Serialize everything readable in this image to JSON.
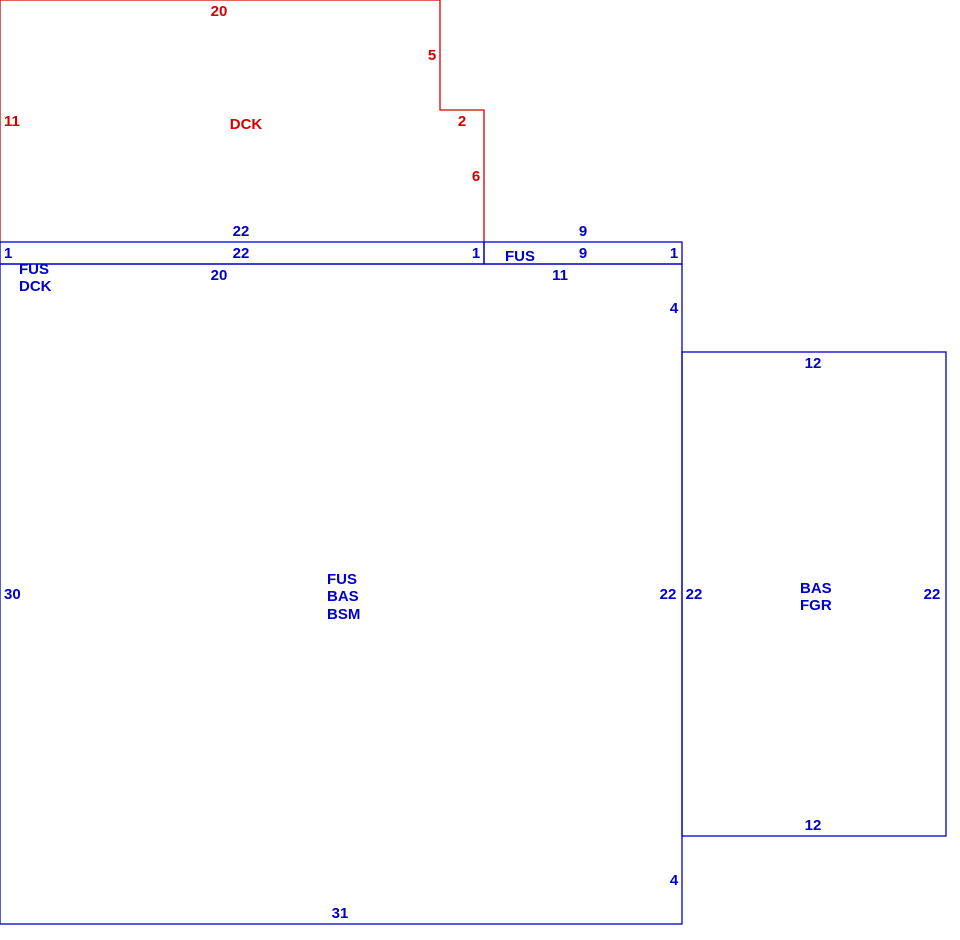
{
  "colors": {
    "deck": "#d40000",
    "house": "#0000cc"
  },
  "deck": {
    "dims": {
      "top": "20",
      "right_upper": "5",
      "step": "2",
      "right_lower": "6",
      "left": "11",
      "bottom": "22"
    },
    "label": "DCK"
  },
  "strip_left": {
    "dims": {
      "left": "1",
      "top": "22",
      "right": "1",
      "bottom": "20"
    },
    "labels": [
      "FUS",
      "DCK"
    ]
  },
  "strip_right": {
    "dims": {
      "top_outer": "9",
      "top_inner": "9",
      "right": "1",
      "bottom": "11"
    },
    "label": "FUS"
  },
  "main": {
    "dims": {
      "left": "30",
      "right_upper": "4",
      "right_mid": "22",
      "right_lower": "4",
      "bottom": "31"
    },
    "labels": [
      "FUS",
      "BAS",
      "BSM"
    ]
  },
  "garage": {
    "dims": {
      "top": "12",
      "left": "22",
      "right": "22",
      "bottom": "12"
    },
    "labels": [
      "BAS",
      "FGR"
    ]
  }
}
